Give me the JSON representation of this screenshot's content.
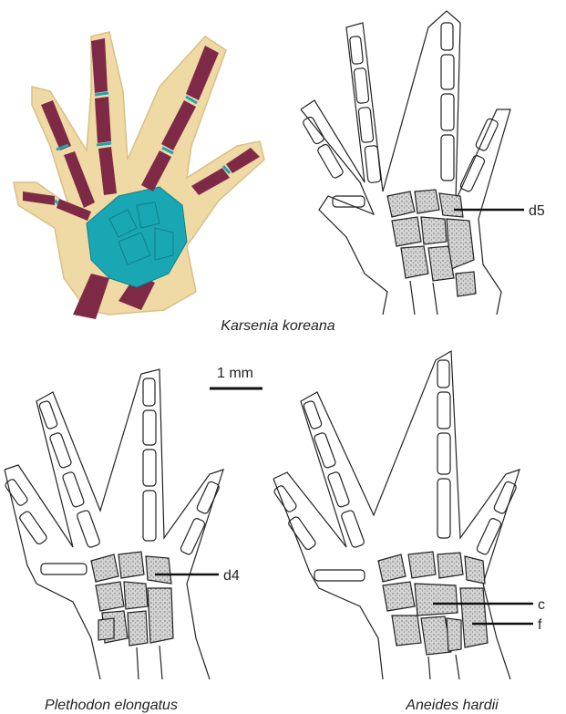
{
  "figure": {
    "caption_top": "Karsenia koreana",
    "caption_bottom_left": "Plethodon elongatus",
    "caption_bottom_right": "Aneides hardii",
    "scale_bar": "1 mm",
    "labels": {
      "d5": "d5",
      "d4": "d4",
      "c": "c",
      "f": "f"
    }
  },
  "colors": {
    "bone_stain": "#7e2a47",
    "cartilage_stain": "#1aa7b4",
    "tissue": "#efd9a4",
    "line": "#222222",
    "stipple": "#bdbdbd"
  }
}
